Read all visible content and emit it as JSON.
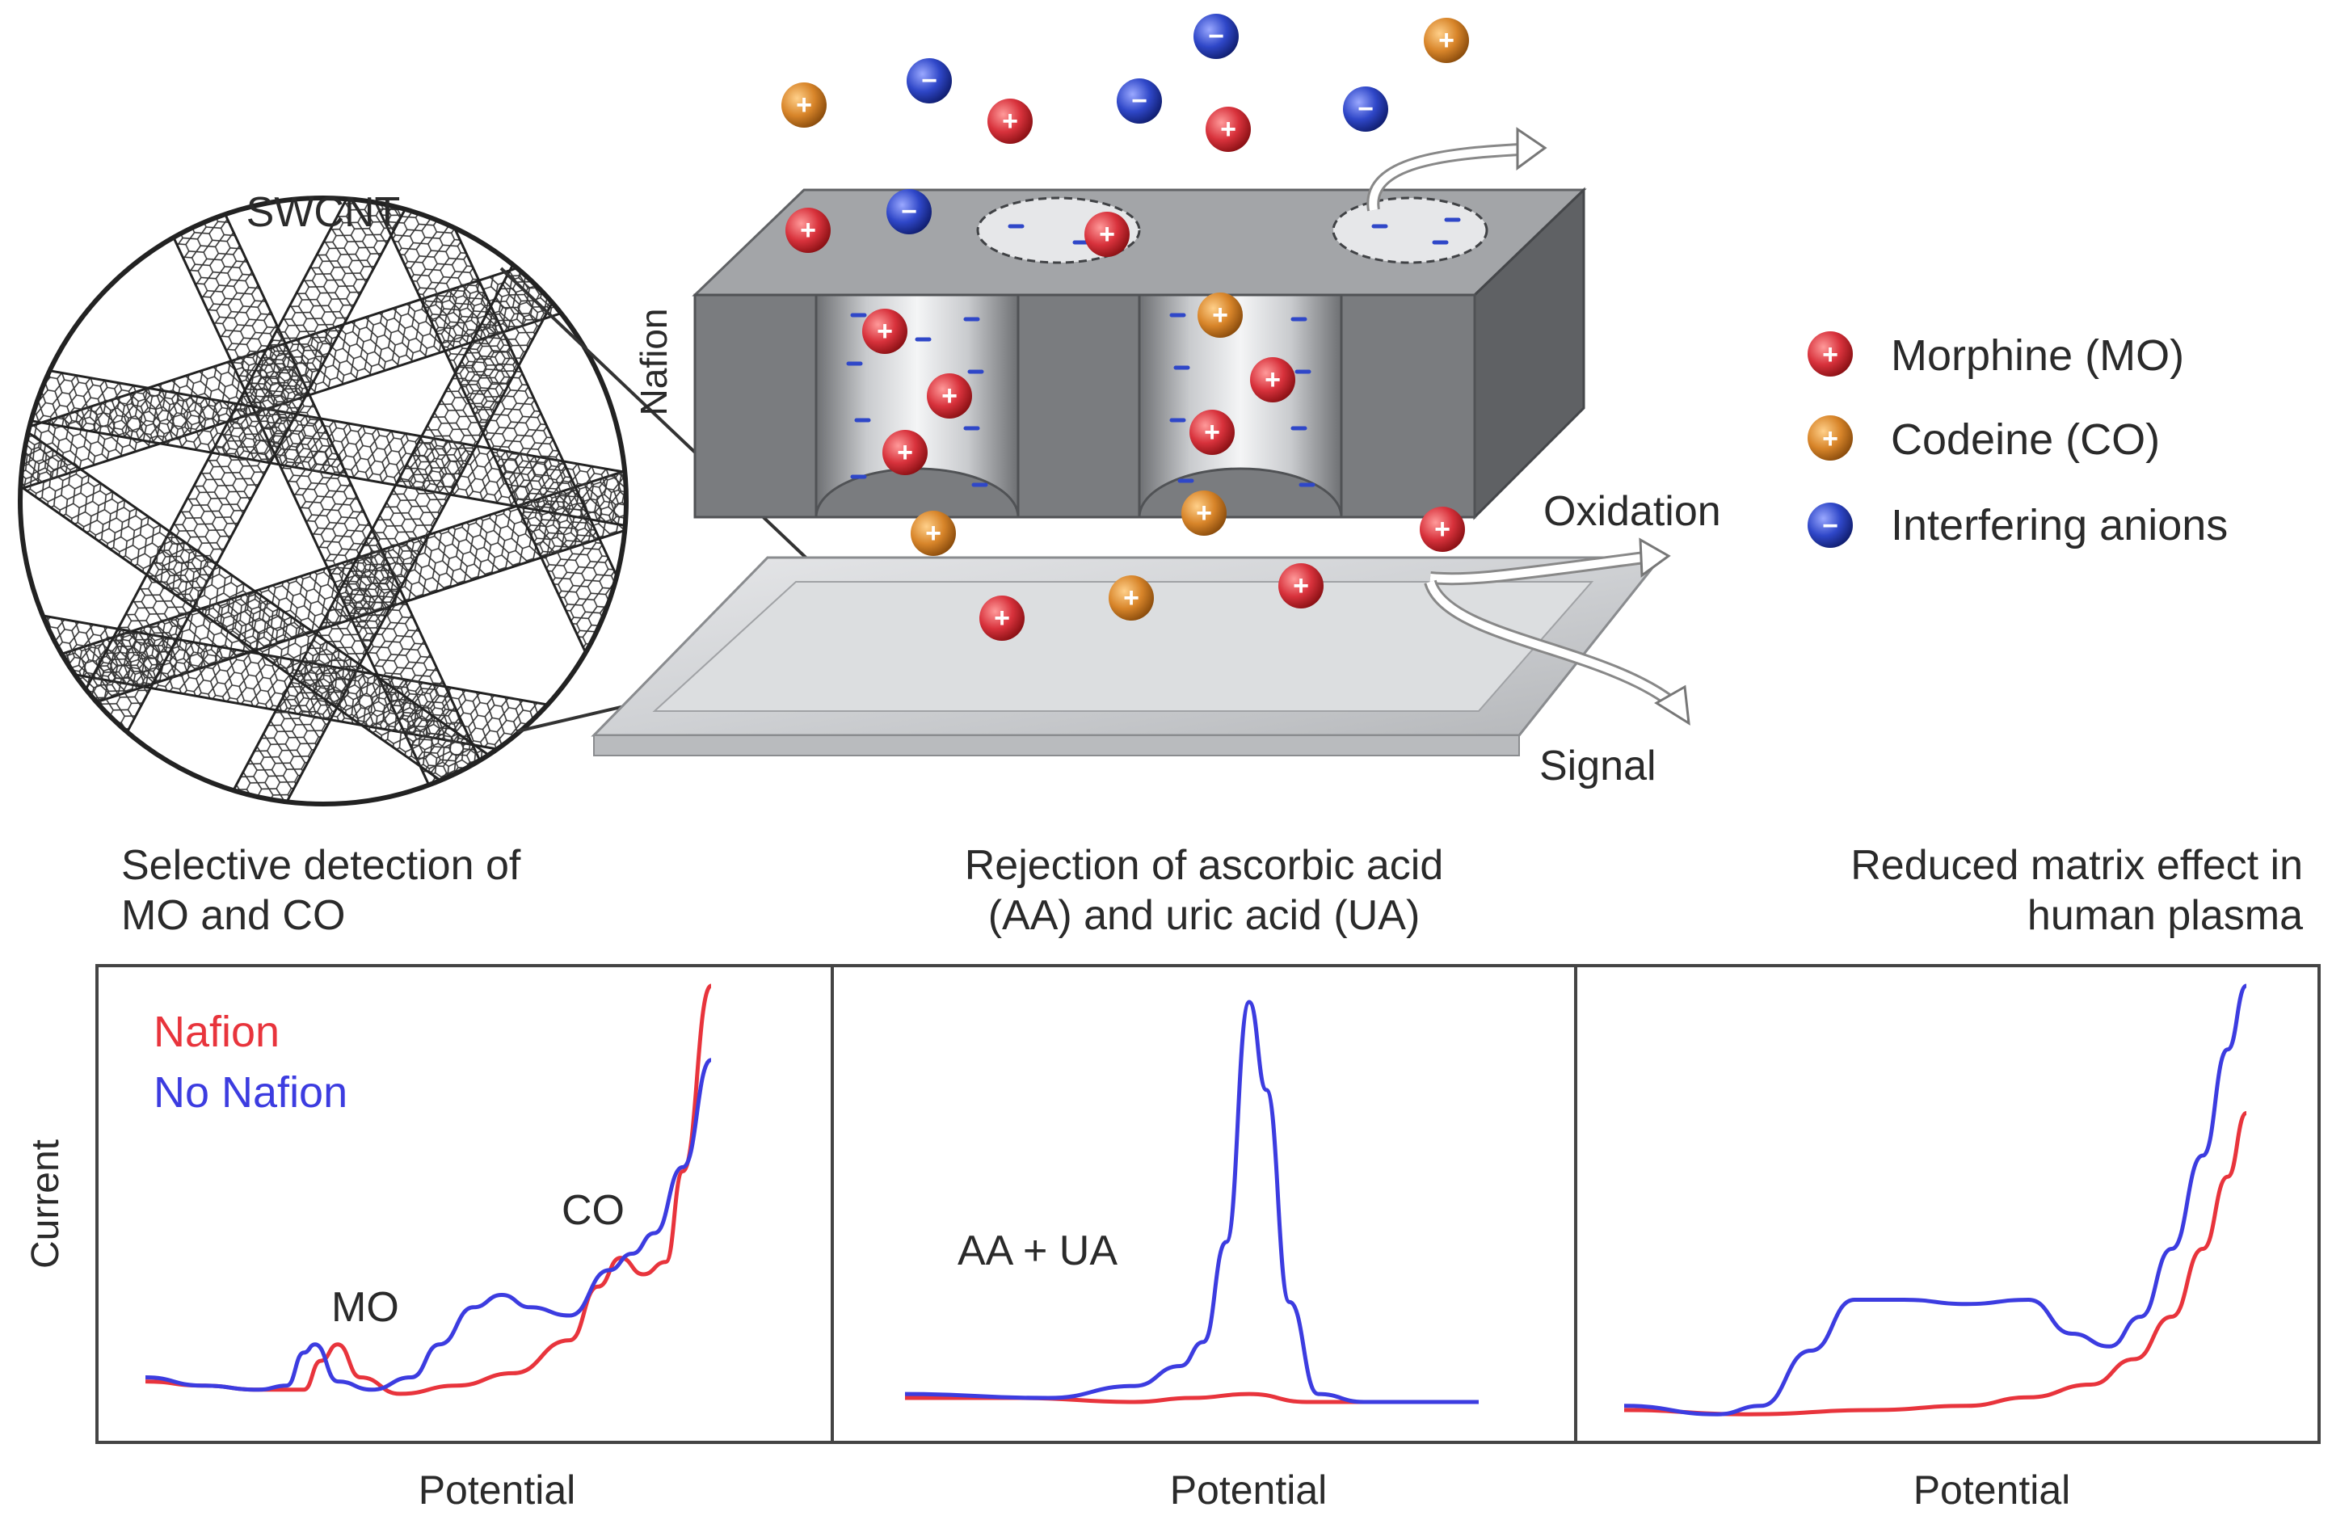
{
  "diagram": {
    "swcnt_label": "SWCNT",
    "nafion_label": "Nafion",
    "oxidation_label": "Oxidation",
    "signal_label": "Signal",
    "legend": [
      {
        "label": "Morphine (MO)",
        "color": "#d8323c",
        "symbol": "+"
      },
      {
        "label": "Codeine (CO)",
        "color": "#d8852a",
        "symbol": "+"
      },
      {
        "label": "Interfering anions",
        "color": "#2f47c8",
        "symbol": "−"
      }
    ],
    "colors": {
      "morphine": "#d8323c",
      "codeine": "#d8852a",
      "anion": "#2f47c8",
      "membrane": "#7d7f82"
    }
  },
  "panels": [
    {
      "title_lines": [
        "Selective detection of",
        "MO and CO"
      ],
      "align": "left",
      "xlabel": "Potential"
    },
    {
      "title_lines": [
        "Rejection of ascorbic acid",
        "(AA) and uric acid (UA)"
      ],
      "align": "center",
      "xlabel": "Potential"
    },
    {
      "title_lines": [
        "Reduced matrix effect in",
        "human plasma"
      ],
      "align": "right",
      "xlabel": "Potential"
    }
  ],
  "ylabel": "Current",
  "chart_data": [
    {
      "type": "line",
      "title": "Selective detection of MO and CO",
      "xlabel": "Potential",
      "ylabel": "Current",
      "legend": "top-left",
      "annotations": [
        "MO",
        "CO"
      ],
      "series": [
        {
          "name": "Nafion",
          "color": "#e8343c",
          "x": [
            0,
            0.1,
            0.2,
            0.28,
            0.31,
            0.34,
            0.38,
            0.45,
            0.55,
            0.65,
            0.75,
            0.8,
            0.84,
            0.88,
            0.92,
            0.95,
            1.0
          ],
          "y": [
            0.04,
            0.03,
            0.02,
            0.02,
            0.09,
            0.13,
            0.05,
            0.01,
            0.03,
            0.06,
            0.14,
            0.27,
            0.34,
            0.3,
            0.33,
            0.55,
            1.0
          ]
        },
        {
          "name": "No Nafion",
          "color": "#3c3ce0",
          "x": [
            0,
            0.1,
            0.2,
            0.25,
            0.28,
            0.3,
            0.34,
            0.4,
            0.47,
            0.52,
            0.58,
            0.63,
            0.68,
            0.75,
            0.82,
            0.86,
            0.9,
            0.95,
            1.0
          ],
          "y": [
            0.05,
            0.03,
            0.02,
            0.03,
            0.11,
            0.13,
            0.04,
            0.02,
            0.05,
            0.13,
            0.22,
            0.25,
            0.22,
            0.2,
            0.31,
            0.35,
            0.4,
            0.56,
            0.82
          ]
        }
      ]
    },
    {
      "type": "line",
      "title": "Rejection of ascorbic acid (AA) and uric acid (UA)",
      "xlabel": "Potential",
      "ylabel": "Current",
      "annotations": [
        "AA + UA"
      ],
      "series": [
        {
          "color": "#e8343c",
          "x": [
            0,
            0.2,
            0.4,
            0.5,
            0.6,
            0.7,
            1.0
          ],
          "y": [
            0.01,
            0.01,
            0.0,
            0.01,
            0.02,
            0.0,
            0.0
          ]
        },
        {
          "color": "#3c3ce0",
          "x": [
            0,
            0.25,
            0.4,
            0.48,
            0.52,
            0.56,
            0.6,
            0.63,
            0.67,
            0.72,
            0.8,
            1.0
          ],
          "y": [
            0.02,
            0.01,
            0.04,
            0.09,
            0.15,
            0.4,
            1.0,
            0.78,
            0.25,
            0.02,
            0.0,
            0.0
          ]
        }
      ]
    },
    {
      "type": "line",
      "title": "Reduced matrix effect in human plasma",
      "xlabel": "Potential",
      "ylabel": "Current",
      "series": [
        {
          "color": "#e8343c",
          "x": [
            0,
            0.2,
            0.4,
            0.55,
            0.65,
            0.75,
            0.82,
            0.88,
            0.93,
            0.97,
            1.0
          ],
          "y": [
            0.0,
            -0.01,
            0.0,
            0.01,
            0.03,
            0.06,
            0.12,
            0.22,
            0.38,
            0.55,
            0.7
          ]
        },
        {
          "color": "#3c3ce0",
          "x": [
            0,
            0.15,
            0.22,
            0.3,
            0.37,
            0.45,
            0.55,
            0.65,
            0.72,
            0.78,
            0.83,
            0.88,
            0.93,
            0.97,
            1.0
          ],
          "y": [
            0.01,
            -0.01,
            0.01,
            0.14,
            0.26,
            0.26,
            0.25,
            0.26,
            0.18,
            0.15,
            0.22,
            0.38,
            0.6,
            0.85,
            1.0
          ]
        }
      ]
    }
  ]
}
